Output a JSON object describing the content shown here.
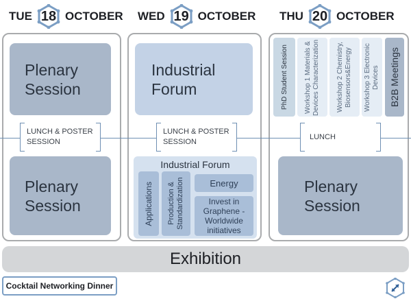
{
  "days": [
    {
      "weekday": "TUE",
      "date": "18",
      "month": "OCTOBER",
      "blocks": {
        "top": "Plenary Session",
        "lunch": "LUNCH & POSTER SESSION",
        "bottom": "Plenary Session"
      }
    },
    {
      "weekday": "WED",
      "date": "19",
      "month": "OCTOBER",
      "blocks": {
        "top": "Industrial Forum",
        "lunch": "LUNCH & POSTER SESSION"
      },
      "industrial_forum": {
        "title": "Industrial Forum",
        "items": {
          "applications": "Applications",
          "production": "Production & Standardization",
          "energy": "Energy",
          "invest": "Invest in Graphene - Worldwide initiatives"
        }
      }
    },
    {
      "weekday": "THU",
      "date": "20",
      "month": "OCTOBER",
      "sessions": {
        "phd": "PhD Student Session",
        "workshop1": "Workshop 1 Materials & Devices Characterization",
        "workshop2": "Workshop 2 Chemistry, Biosensors&Energy",
        "workshop3": "Workshop 3 Electronic Devices",
        "b2b": "B2B Meetings"
      },
      "blocks": {
        "lunch": "LUNCH",
        "bottom": "Plenary Session"
      }
    }
  ],
  "exhibition": "Exhibition",
  "cocktail": "Cocktail Networking Dinner",
  "colors": {
    "plenary": "#a9b7c9",
    "industrial": "#c3d2e6",
    "accent_line": "#6e8fb3",
    "badge_fill": "#ffffff",
    "badge_stroke": "#7b9ec4"
  },
  "icons": {
    "expand": "expand-arrows-icon"
  }
}
